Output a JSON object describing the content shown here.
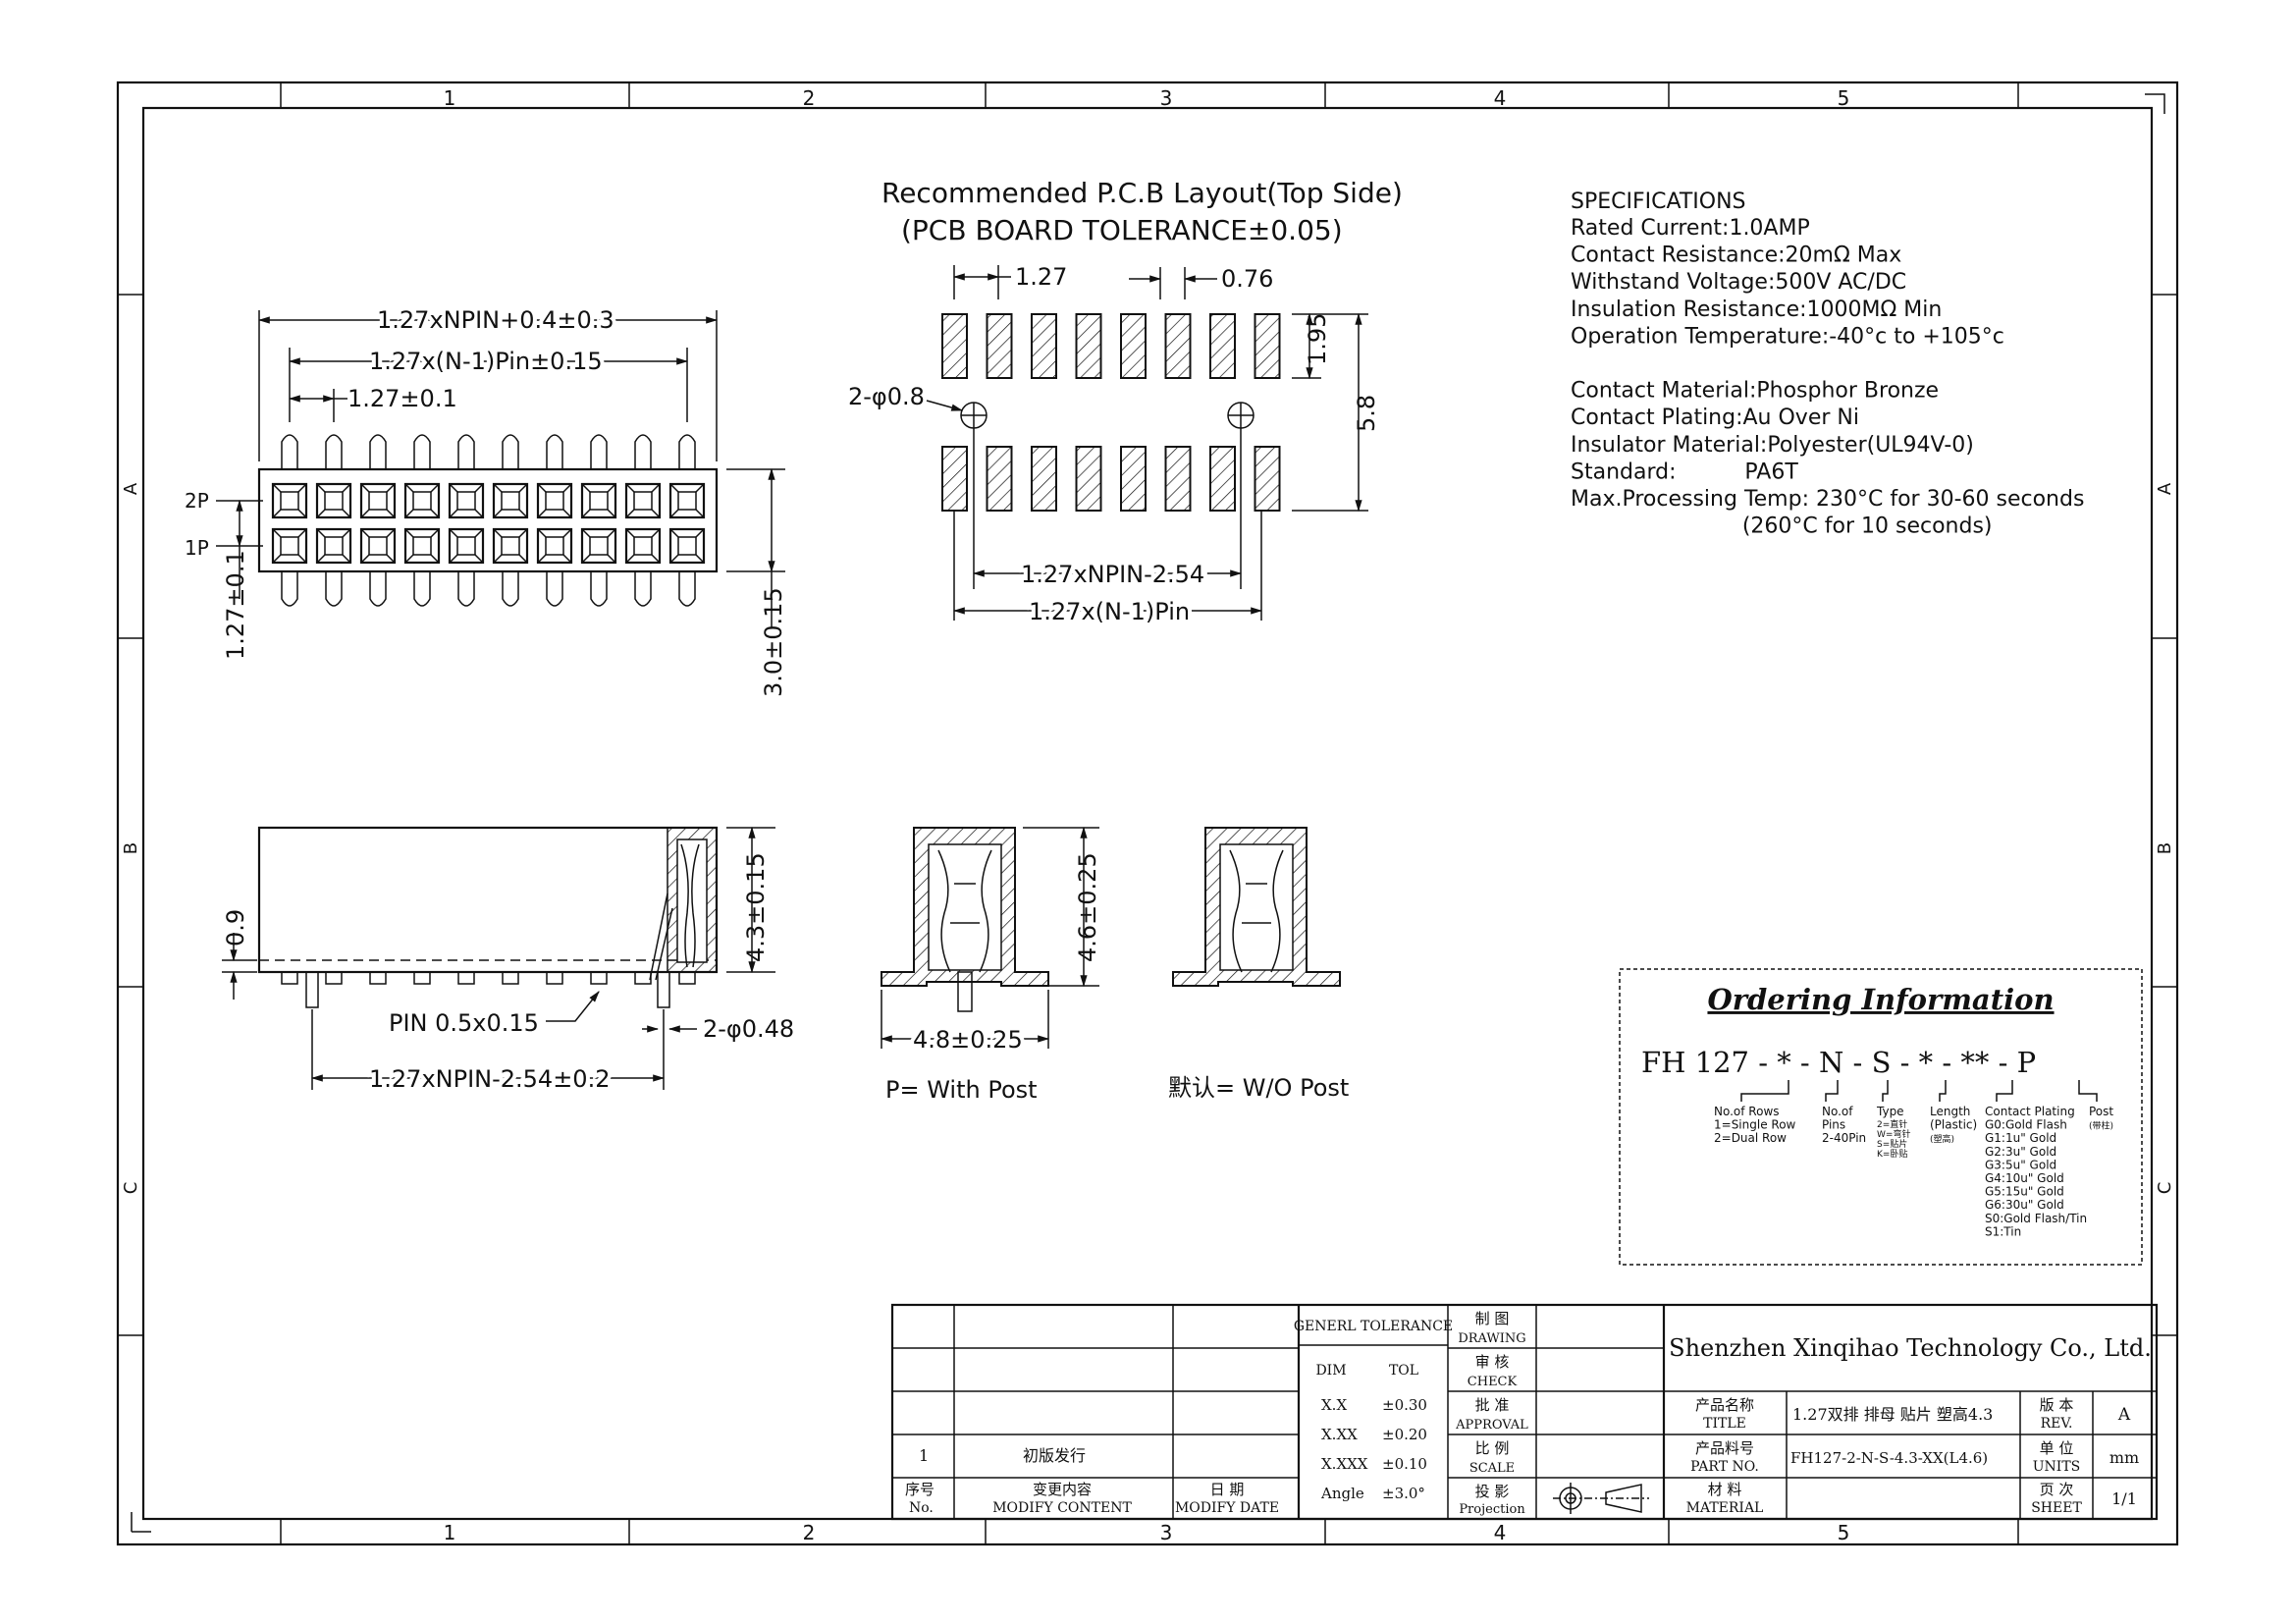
{
  "zones": {
    "columns": [
      "1",
      "2",
      "3",
      "4",
      "5"
    ],
    "rows": [
      "A",
      "B",
      "C"
    ]
  },
  "views": {
    "top": {
      "dim_overall": "1.27xNPIN+0.4±0.3",
      "dim_pitch_total": "1.27x(N-1)Pin±0.15",
      "dim_pitch": "1.27±0.1",
      "label_2p": "2P",
      "label_1p": "1P",
      "dim_row_pitch": "1.27±0.1",
      "dim_width": "3.0±0.15"
    },
    "pcb": {
      "title1": "Recommended P.C.B Layout(Top Side)",
      "title2": "(PCB BOARD TOLERANCE±0.05)",
      "dim_pitch": "1.27",
      "dim_pad": "0.76",
      "dim_hole": "2-φ0.8",
      "dim_pad_len": "1.95",
      "dim_span": "5.8",
      "dim_post": "1.27xNPIN-2.54",
      "dim_total": "1.27x(N-1)Pin"
    },
    "side": {
      "dim_09": "0.9",
      "dim_height": "4.3±0.15",
      "dim_pin": "PIN 0.5x0.15",
      "dim_post_dia": "2-φ0.48",
      "dim_post": "1.27xNPIN-2.54±0.2"
    },
    "end": {
      "dim_height": "4.6±0.25",
      "dim_width": "4.8±0.25",
      "label_with_post": "P= With Post",
      "label_wo_post": "默认= W/O Post"
    }
  },
  "specs": {
    "heading": "SPECIFICATIONS",
    "lines": [
      "Rated Current:1.0AMP",
      "Contact Resistance:20mΩ Max",
      "Withstand Voltage:500V AC/DC",
      "Insulation Resistance:1000MΩ Min",
      "Operation Temperature:-40°c to +105°c",
      "",
      "Contact Material:Phosphor Bronze",
      "Contact Plating:Au Over Ni",
      "Insulator Material:Polyester(UL94V-0)",
      "Standard:          PA6T",
      "Max.Processing Temp: 230°C for 30-60 seconds",
      "                         (260°C for 10 seconds)"
    ]
  },
  "ordering": {
    "title": "Ordering Information",
    "code": "FH 127 - * - N - S - * - ** - P",
    "rows": [
      "No.of Rows",
      "1=Single Row",
      "2=Dual Row"
    ],
    "pins": [
      "No.of",
      "Pins",
      "2-40Pin"
    ],
    "type": [
      "Type",
      "2=直针",
      "W=弯针",
      "S=贴片",
      "K=卧贴"
    ],
    "length": [
      "Length",
      "(Plastic)",
      "(塑高)"
    ],
    "plating": [
      "Contact Plating",
      "G0:Gold Flash",
      "G1:1u\" Gold",
      "G2:3u\" Gold",
      "G3:5u\" Gold",
      "G4:10u\" Gold",
      "G5:15u\" Gold",
      "G6:30u\" Gold",
      "S0:Gold Flash/Tin",
      "S1:Tin"
    ],
    "post": [
      "Post",
      "(带柱)"
    ]
  },
  "titleblock": {
    "rev_no": "1",
    "rev_content": "初版发行",
    "col_no": [
      "序号",
      "No."
    ],
    "col_content": [
      "变更内容",
      "MODIFY CONTENT"
    ],
    "col_date": [
      "日 期",
      "MODIFY DATE"
    ],
    "tol_header": "GENERL TOLERANCE",
    "tol_dim": "DIM",
    "tol_tol": "TOL",
    "tol_rows": [
      [
        "X.X",
        "±0.30"
      ],
      [
        "X.XX",
        "±0.20"
      ],
      [
        "X.XXX",
        "±0.10"
      ],
      [
        "Angle",
        "±3.0°"
      ]
    ],
    "drawing": [
      "制 图",
      "DRAWING"
    ],
    "check": [
      "审 核",
      "CHECK"
    ],
    "approval": [
      "批 准",
      "APPROVAL"
    ],
    "scale": [
      "比 例",
      "SCALE"
    ],
    "projection": [
      "投 影",
      "Projection"
    ],
    "company": "Shenzhen Xinqihao Technology Co., Ltd.",
    "title_label": [
      "产品名称",
      "TITLE"
    ],
    "title_value": "1.27双排 排母 贴片 塑高4.3",
    "rev_label": [
      "版 本",
      "REV."
    ],
    "rev_value": "A",
    "partno_label": [
      "产品料号",
      "PART NO."
    ],
    "partno_value": "FH127-2-N-S-4.3-XX(L4.6)",
    "units_label": [
      "单 位",
      "UNITS"
    ],
    "units_value": "mm",
    "material_label": [
      "材 料",
      "MATERIAL"
    ],
    "sheet_label": [
      "页 次",
      "SHEET"
    ],
    "sheet_value": "1/1"
  }
}
